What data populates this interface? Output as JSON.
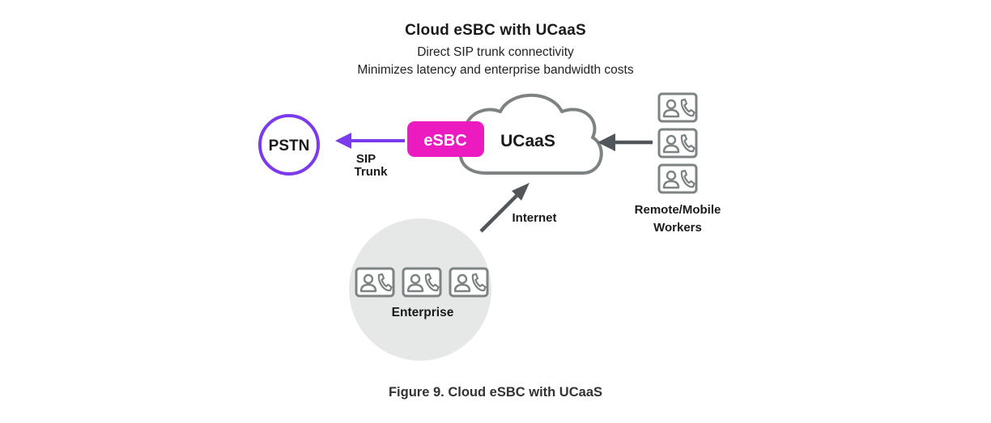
{
  "header": {
    "title": "Cloud eSBC with UCaaS",
    "subtitle_line1": "Direct SIP trunk connectivity",
    "subtitle_line2": "Minimizes latency and enterprise bandwidth costs"
  },
  "nodes": {
    "pstn": "PSTN",
    "esbc": "eSBC",
    "ucaas": "UCaaS",
    "enterprise": "Enterprise",
    "remote_line1": "Remote/Mobile",
    "remote_line2": "Workers"
  },
  "links": {
    "sip_line1": "SIP",
    "sip_line2": "Trunk",
    "internet": "Internet"
  },
  "caption": "Figure 9. Cloud eSBC with UCaaS",
  "colors": {
    "purple": "#7c3aed",
    "magenta": "#ec1bc0",
    "gray": "#7d8283",
    "dark_gray": "#50565a",
    "enterprise_bg": "#e6e8e8"
  },
  "icons": {
    "workstation": "user-phone-icon"
  }
}
